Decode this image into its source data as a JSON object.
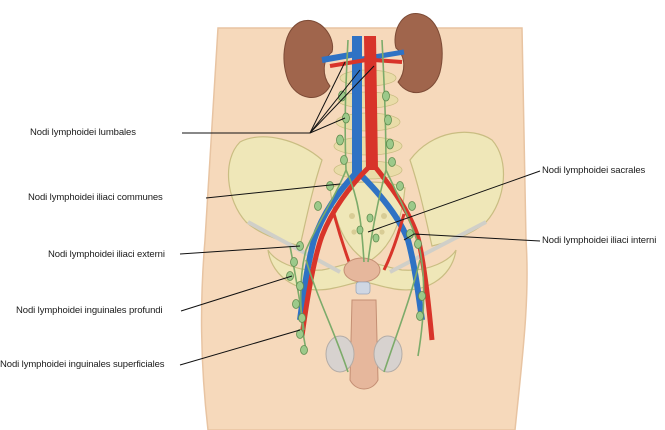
{
  "labels": {
    "lumbales": "Nodi lymphoidei lumbales",
    "iliaci_communes": "Nodi lymphoidei iliaci communes",
    "iliaci_externi": "Nodi lymphoidei iliaci externi",
    "inguinales_profundi": "Nodi lymphoidei inguinales profundi",
    "inguinales_superficiales": "Nodi lymphoidei inguinales superficiales",
    "sacrales": "Nodi lymphoidei sacrales",
    "iliaci_interni": "Nodi lymphoidei iliaci interni"
  },
  "colors": {
    "skin": "#f6d9bb",
    "skin_edge": "#e8c4a2",
    "bone": "#efe7b8",
    "bone_edge": "#c9bd82",
    "kidney": "#a0654c",
    "artery": "#d8342a",
    "vein": "#2f72c4",
    "lymph": "#7cab6a",
    "lymph_node": "#9cc98a",
    "organ": "#e6b79c",
    "leader": "#111111"
  }
}
